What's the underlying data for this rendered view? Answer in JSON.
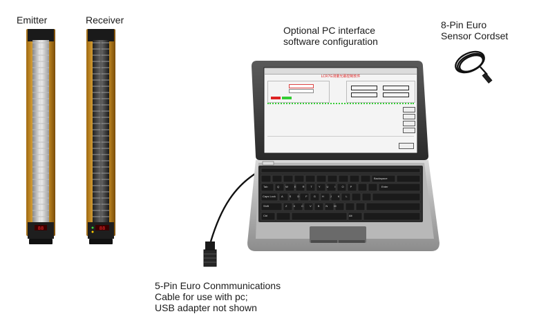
{
  "labels": {
    "emitter": "Emitter",
    "receiver": "Receiver",
    "pc_software_line1": "Optional PC interface",
    "pc_software_line2": "software configuration",
    "cordset_line1": "8-Pin Euro",
    "cordset_line2": "Sensor Cordset",
    "cable_line1": "5-Pin Euro Conmmunications",
    "cable_line2": "Cable for use with pc;",
    "cable_line3": "USB adapter not shown"
  },
  "screen": {
    "title": "LCR7G测量光幕控制软件"
  },
  "keyboard": {
    "tab": "Tab",
    "caps": "Caps Lock",
    "shift": "Shift",
    "ctrl": "Ctrl",
    "enter": "Enter",
    "backspace": "Backspace",
    "alt": "Alt",
    "row_q": [
      "Q",
      "W",
      "E",
      "R",
      "T",
      "Y",
      "U",
      "I",
      "O",
      "P"
    ],
    "row_a": [
      "A",
      "S",
      "D",
      "F",
      "G",
      "H",
      "J",
      "K",
      "L"
    ],
    "row_z": [
      "Z",
      "X",
      "C",
      "V",
      "B",
      "N",
      "M"
    ]
  },
  "colors": {
    "housing": "#d49a2a",
    "housing_dark": "#8a5a10",
    "display_red": "#ff2a2a",
    "laptop_body": "#3a3a3a",
    "screen_bg": "#f4f4f4"
  }
}
